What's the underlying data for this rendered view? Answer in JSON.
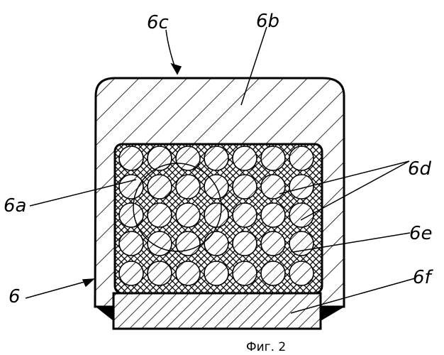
{
  "labels": {
    "6c": "6c",
    "6b": "6b",
    "6d": "6d",
    "6a": "6a",
    "6e": "6e",
    "6": "6",
    "6f": "6f"
  },
  "caption": "Фиг. 2"
}
